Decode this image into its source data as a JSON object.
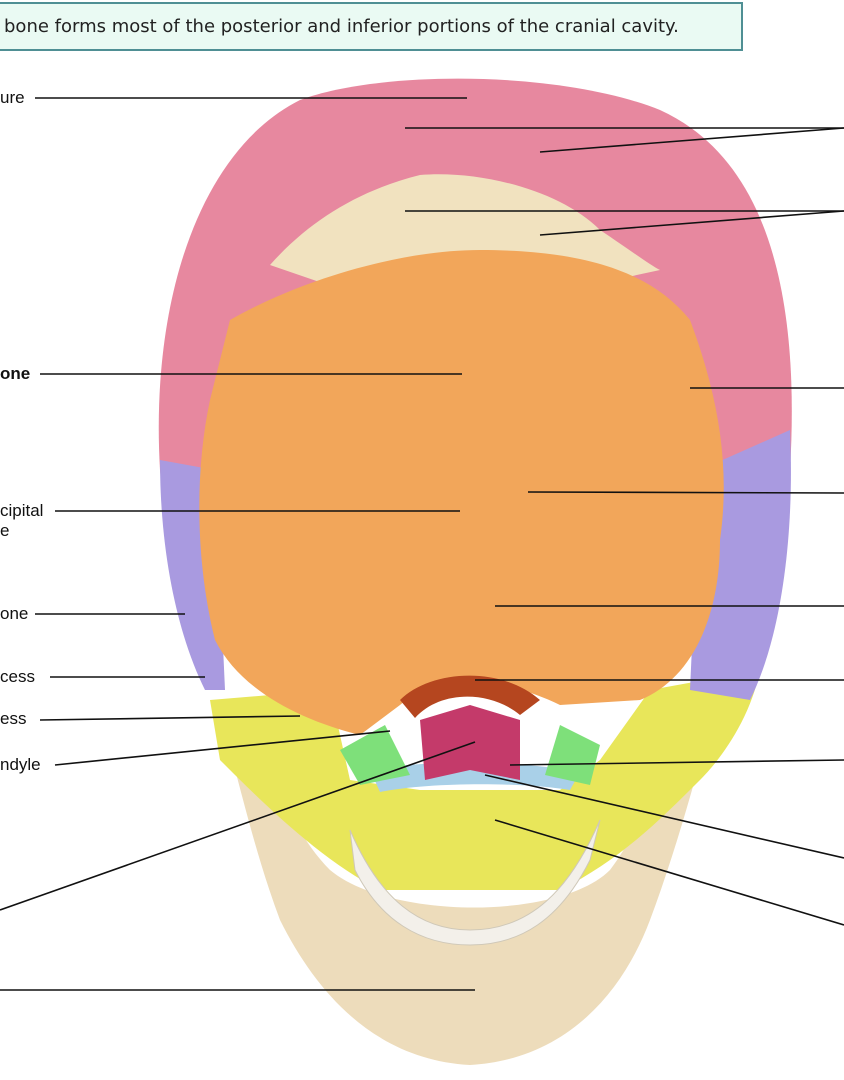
{
  "banner": {
    "text": "bone forms most of the posterior and inferior portions of the cranial cavity."
  },
  "labels": {
    "sutura": "ure",
    "bone_bold": "one",
    "occipital": "cipital\ne",
    "temporal": "one",
    "mastoid": "cess",
    "styloid": "ess",
    "condyle": "ndyle"
  },
  "colors": {
    "parietal": "#e7889f",
    "interparietal": "#f1e2bf",
    "occipital": "#f2a65a",
    "temporal": "#a99ae0",
    "maxilla": "#e8e65a",
    "mandible": "#eddcbb",
    "palatine": "#a9d0e8",
    "sphenoid": "#7ee07a",
    "vomer": "#c43a6a",
    "banner_border": "#4f8f94",
    "banner_bg": "#eafaf3"
  }
}
